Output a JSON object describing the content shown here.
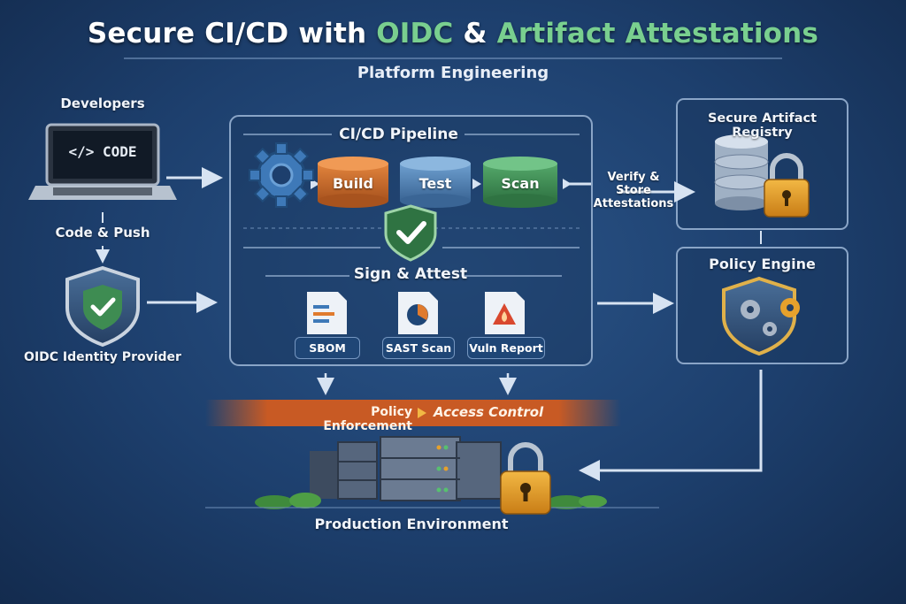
{
  "title": {
    "part1": "Secure CI/CD with ",
    "part2": "OIDC",
    "part3": " & ",
    "part4": "Artifact Attestations"
  },
  "subtitle": "Platform Engineering",
  "developers": {
    "label": "Developers",
    "screen_text": "</> CODE",
    "action": "Code & Push"
  },
  "identity_provider": {
    "label": "OIDC Identity Provider"
  },
  "pipeline": {
    "title": "CI/CD Pipeline",
    "stages": [
      "Build",
      "Test",
      "Scan"
    ],
    "sign_label": "Sign & Attest",
    "artifacts": [
      "SBOM",
      "SAST Scan",
      "Vuln Report"
    ]
  },
  "verify_label": {
    "line1": "Verify &",
    "line2": "Store",
    "line3": "Attestations"
  },
  "registry": {
    "label": "Secure Artifact Registry"
  },
  "policy_engine": {
    "label": "Policy Engine"
  },
  "enforcement": {
    "part1": "Policy Enforcement",
    "part2": "Access Control"
  },
  "production": {
    "label": "Production Environment"
  },
  "colors": {
    "build": "#c96a2a",
    "test": "#4f7fb0",
    "scan": "#3e8c52",
    "accent_green": "#79cf8f",
    "gold": "#e6a12c"
  }
}
